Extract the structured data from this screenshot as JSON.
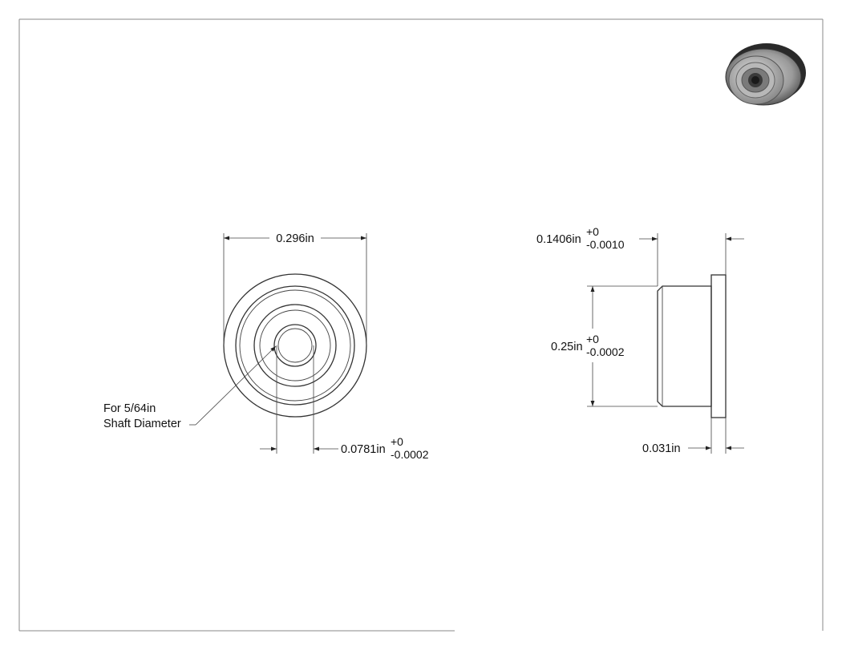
{
  "front_view": {
    "outer_diameter": "0.296in",
    "bore_diameter": "0.0781in",
    "bore_tol_plus": "+0",
    "bore_tol_minus": "-0.0002",
    "note_line1": "For 5/64in",
    "note_line2": "Shaft Diameter"
  },
  "side_view": {
    "body_length": "0.1406in",
    "body_tol_plus": "+0",
    "body_tol_minus": "-0.0010",
    "body_diameter": "0.25in",
    "diameter_tol_plus": "+0",
    "diameter_tol_minus": "-0.0002",
    "flange_thickness": "0.031in"
  },
  "colors": {
    "line": "#333333",
    "text": "#111111",
    "border": "#888888"
  },
  "icons": {
    "preview": "bearing-3d-preview-icon"
  }
}
